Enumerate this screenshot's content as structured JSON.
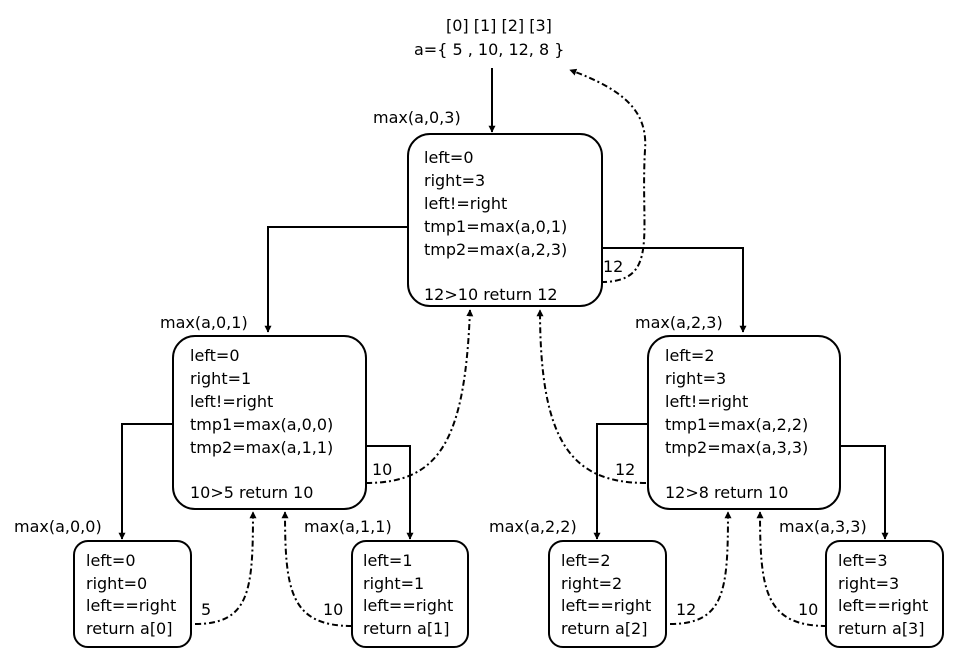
{
  "array": {
    "indices": "[0] [1] [2] [3]",
    "literal": "a={ 5 , 10, 12,  8 }"
  },
  "nodes": {
    "root": {
      "call": "max(a,0,3)",
      "lines": [
        "left=0",
        "right=3",
        "left!=right",
        "tmp1=max(a,0,1)",
        "tmp2=max(a,2,3)",
        "",
        "12>10 return 12"
      ],
      "return_value": "12"
    },
    "n01": {
      "call": "max(a,0,1)",
      "lines": [
        "left=0",
        "right=1",
        "left!=right",
        "tmp1=max(a,0,0)",
        "tmp2=max(a,1,1)",
        "",
        "10>5 return 10"
      ],
      "return_value": "10"
    },
    "n23": {
      "call": "max(a,2,3)",
      "lines": [
        "left=2",
        "right=3",
        "left!=right",
        "tmp1=max(a,2,2)",
        "tmp2=max(a,3,3)",
        "",
        "12>8 return 10"
      ],
      "return_value": "12"
    },
    "n00": {
      "call": "max(a,0,0)",
      "lines": [
        "left=0",
        "right=0",
        "left==right",
        "return a[0]"
      ],
      "return_value": "5"
    },
    "n11": {
      "call": "max(a,1,1)",
      "lines": [
        "left=1",
        "right=1",
        "left==right",
        "return a[1]"
      ],
      "return_value": "10"
    },
    "n22": {
      "call": "max(a,2,2)",
      "lines": [
        "left=2",
        "right=2",
        "left==right",
        "return a[2]"
      ],
      "return_value": "12"
    },
    "n33": {
      "call": "max(a,3,3)",
      "lines": [
        "left=3",
        "right=3",
        "left==right",
        "return a[3]"
      ],
      "return_value": "10"
    }
  }
}
